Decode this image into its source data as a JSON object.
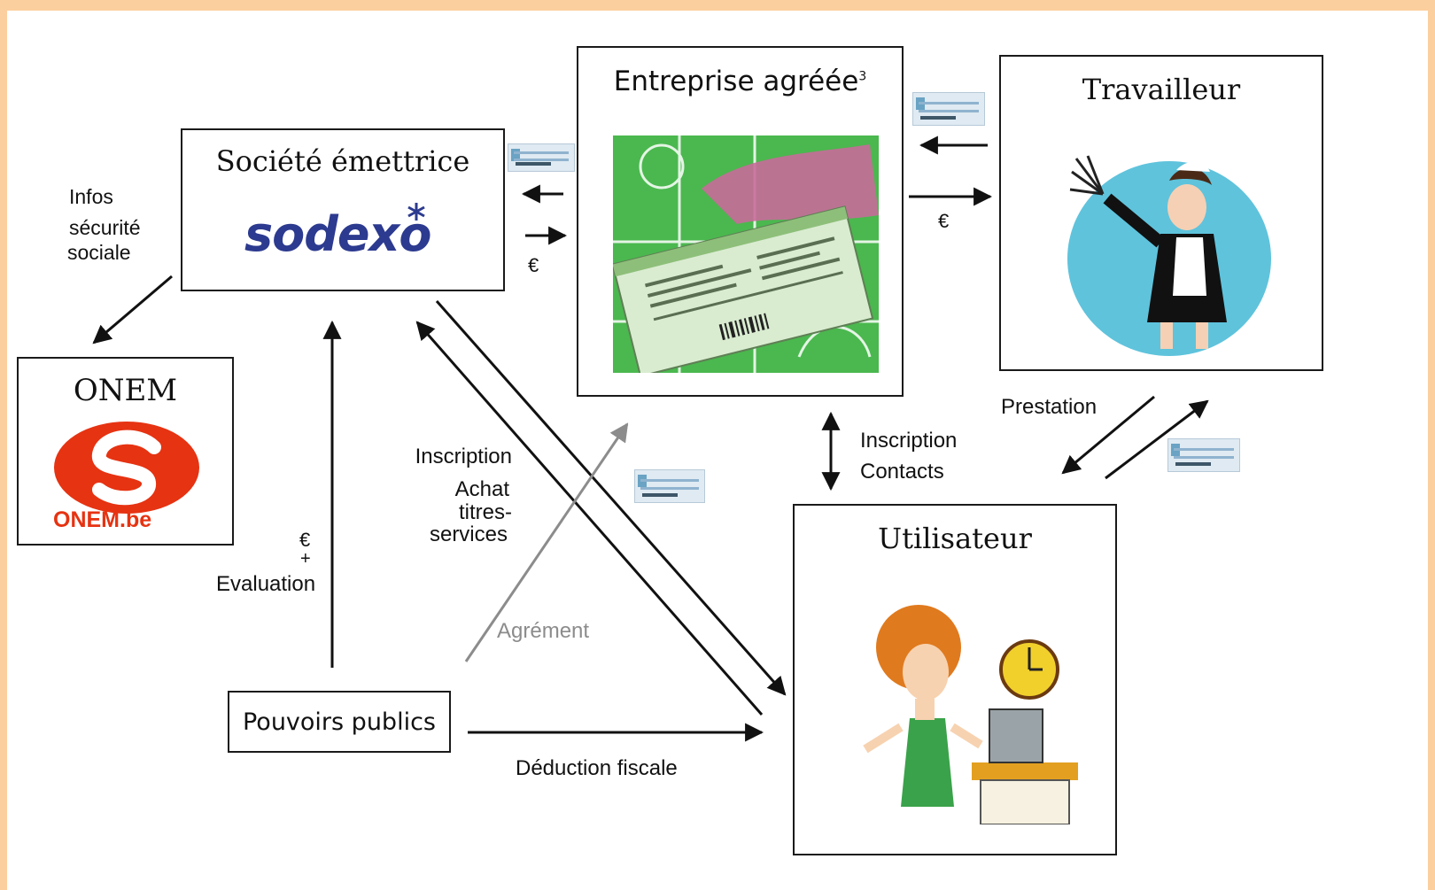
{
  "nodes": {
    "societe": {
      "title": "Société émettrice",
      "logo_text": "sodexo",
      "logo_color": "#2c3a8f",
      "logo_accent": "#d9252a"
    },
    "entreprise": {
      "title": "Entreprise agréée",
      "superscript": "3"
    },
    "travailleur": {
      "title": "Travailleur"
    },
    "onem": {
      "title": "ONEM",
      "logo_text": "ONEM.be",
      "logo_color": "#e63312"
    },
    "utilisateur": {
      "title": "Utilisateur"
    },
    "pouvoirs": {
      "title": "Pouvoirs publics"
    }
  },
  "labels": {
    "infos_line1": "Infos",
    "infos_line2": "sécurité",
    "infos_line3": "sociale",
    "euro_societe_entreprise": "€",
    "euro_entreprise_travailleur": "€",
    "inscription_contacts_line1": "Inscription",
    "inscription_contacts_line2": "Contacts",
    "prestation": "Prestation",
    "inscription_achat_line1": "Inscription",
    "inscription_achat_line2": "Achat",
    "inscription_achat_line3": "titres-",
    "inscription_achat_line4": "services",
    "euro_eval_line1": "€",
    "euro_eval_line2": "+",
    "euro_eval_line3": "Evaluation",
    "agrement": "Agrément",
    "deduction": "Déduction fiscale"
  },
  "icons": {
    "cheque": "titre-service-cheque-icon"
  },
  "colors": {
    "frame": "#fccf9e",
    "line": "#111111",
    "agrement_line": "#8c8c8c",
    "green_bg": "#4ab84e"
  }
}
